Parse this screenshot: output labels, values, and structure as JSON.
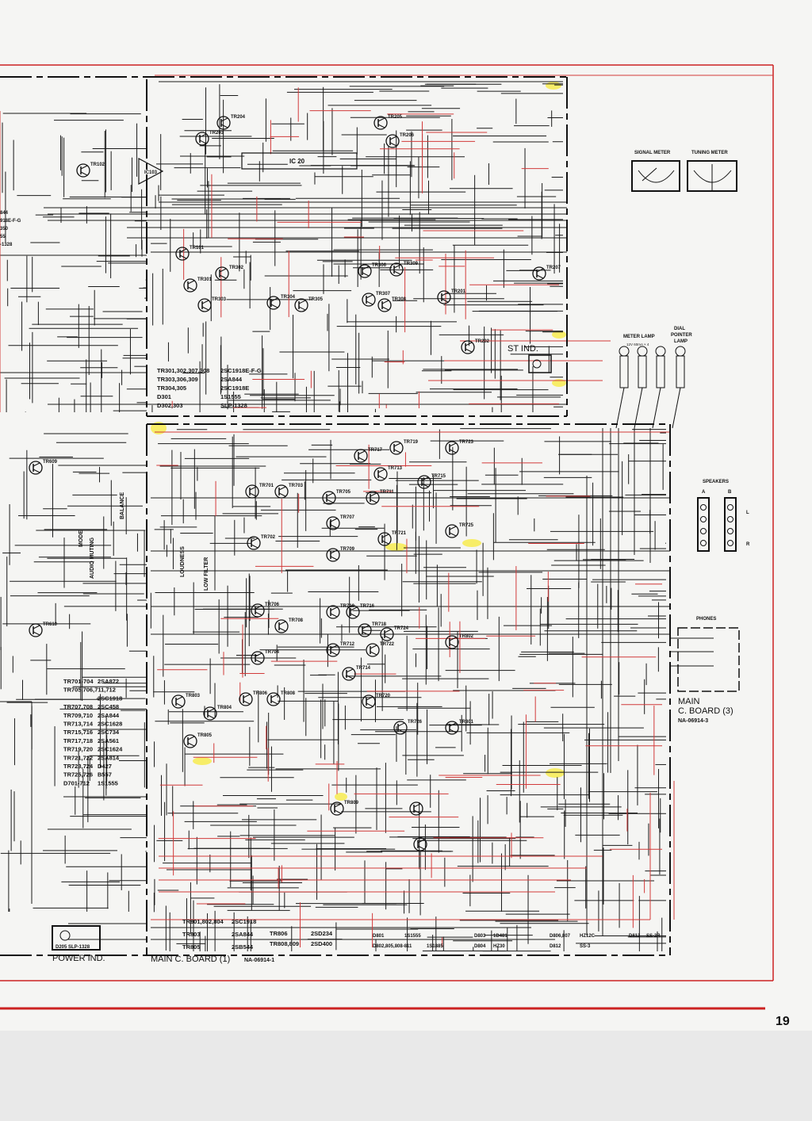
{
  "page_number": "19",
  "colors": {
    "border_red": "#cc2222",
    "wire_black": "#1a1a1a",
    "wire_red": "#d23a3a",
    "highlight": "#f7ea3a"
  },
  "meters": {
    "signal": "SIGNAL METER",
    "tuning": "TUNING METER"
  },
  "lamps": {
    "meter_lamp": "METER LAMP",
    "meter_lamp_spec": "12V 60mA × 4",
    "dial_pointer": [
      "DIAL",
      "POINTER",
      "LAMP"
    ]
  },
  "st_ind": "ST IND.",
  "speakers": {
    "title": "SPEAKERS",
    "a": "A",
    "b": "B",
    "l": "L",
    "r": "R"
  },
  "phones": "PHONES",
  "board3": {
    "line1": "MAIN",
    "line2": "C. BOARD (3)",
    "code": "NA-06914-3"
  },
  "board1": {
    "name": "MAIN C. BOARD (1)",
    "code": "NA-06914-1"
  },
  "power_ind": {
    "label": "POWER IND.",
    "part": "D205 SLP-1328"
  },
  "ic_labels": {
    "ic103": "IC103",
    "ic20": "IC 20"
  },
  "controls": [
    "BALANCE",
    "LOUDNESS",
    "LOW FILTER",
    "MODE",
    "AUDIO MUTING"
  ],
  "table_tr300": [
    [
      "TR301,302,307,308",
      "2SC1918E-F-G"
    ],
    [
      "TR303,306,309",
      "2SA844"
    ],
    [
      "TR304,305",
      "2SC1918E"
    ],
    [
      "D301",
      "1S1555"
    ],
    [
      "D302,303",
      "SLP-1328"
    ]
  ],
  "table_tr700": [
    [
      "TR701-704",
      "2SA872"
    ],
    [
      "TR705,706,711,712",
      ""
    ],
    [
      "",
      "2SC1918"
    ],
    [
      "TR707,708",
      "2SC458"
    ],
    [
      "TR709,710",
      "2SA844"
    ],
    [
      "TR713,714",
      "2SC1628"
    ],
    [
      "TR715,716",
      "2SC734"
    ],
    [
      "TR717,718",
      "2SA561"
    ],
    [
      "TR719,720",
      "2SC1624"
    ],
    [
      "TR721,722",
      "2SA814"
    ],
    [
      "TR723,724",
      "D427"
    ],
    [
      "TR725,726",
      "B557"
    ],
    [
      "D701-712",
      "1S1555"
    ]
  ],
  "table_tr800": [
    [
      "TR801,802,804",
      "2SC1918"
    ],
    [
      "TR803",
      "2SA844"
    ],
    [
      "TR805",
      "2SB544"
    ]
  ],
  "table_tr806": [
    [
      "TR806",
      "2SD234"
    ],
    [
      "TR808,809",
      "2SD400"
    ]
  ],
  "table_diodes": [
    [
      "D801",
      "1S1555"
    ],
    [
      "D802,805,808-811",
      "1S1885"
    ],
    [
      "D803",
      "1D481"
    ],
    [
      "D804",
      "HZ30"
    ],
    [
      "D806,807",
      "HZ12C"
    ],
    [
      "D812",
      "SS-3"
    ],
    [
      "D813",
      "SS-3R"
    ]
  ],
  "transistors": [
    "TR204",
    "TR203",
    "TR205",
    "TR206",
    "TR102",
    "TR101",
    "TR301",
    "TR302",
    "TR303",
    "TR304",
    "TR305",
    "TR306",
    "TR307",
    "TR308",
    "TR309",
    "TR201",
    "TR202",
    "TR207",
    "TR609",
    "TR610",
    "TR701",
    "TR703",
    "TR705",
    "TR707",
    "TR709",
    "TR711",
    "TR713",
    "TR715",
    "TR717",
    "TR719",
    "TR721",
    "TR723",
    "TR725",
    "TR702",
    "TR704",
    "TR706",
    "TR708",
    "TR710",
    "TR712",
    "TR714",
    "TR716",
    "TR718",
    "TR720",
    "TR722",
    "TR724",
    "TR726",
    "TR801",
    "TR802",
    "TR803",
    "TR804",
    "TR805",
    "TR806",
    "TR808",
    "TR809"
  ],
  "left_partial": [
    "844",
    "918E-F-G",
    "350",
    "55",
    "-1328"
  ]
}
